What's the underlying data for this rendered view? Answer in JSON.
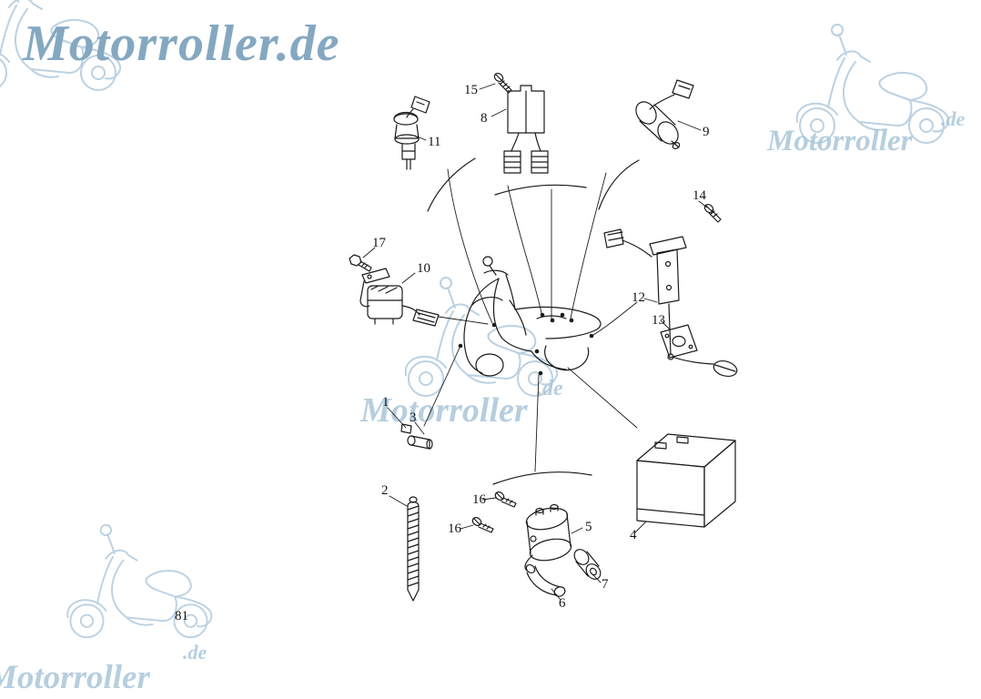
{
  "page": {
    "number": "81"
  },
  "brand": {
    "logo_text": "Motorroller.de",
    "watermark_word": "Motorroller",
    "watermark_tld": ".de",
    "logo_color": "#85a8c1",
    "watermark_color": "#aac6d9",
    "line_art_color": "#1b1b1b"
  },
  "callouts": {
    "c1": "1",
    "c2": "2",
    "c3": "3",
    "c4": "4",
    "c5": "5",
    "c6": "6",
    "c7": "7",
    "c8": "8",
    "c9": "9",
    "c10": "10",
    "c11": "11",
    "c12": "12",
    "c13": "13",
    "c14": "14",
    "c15": "15",
    "c16a": "16",
    "c16b": "16",
    "c17": "17"
  }
}
